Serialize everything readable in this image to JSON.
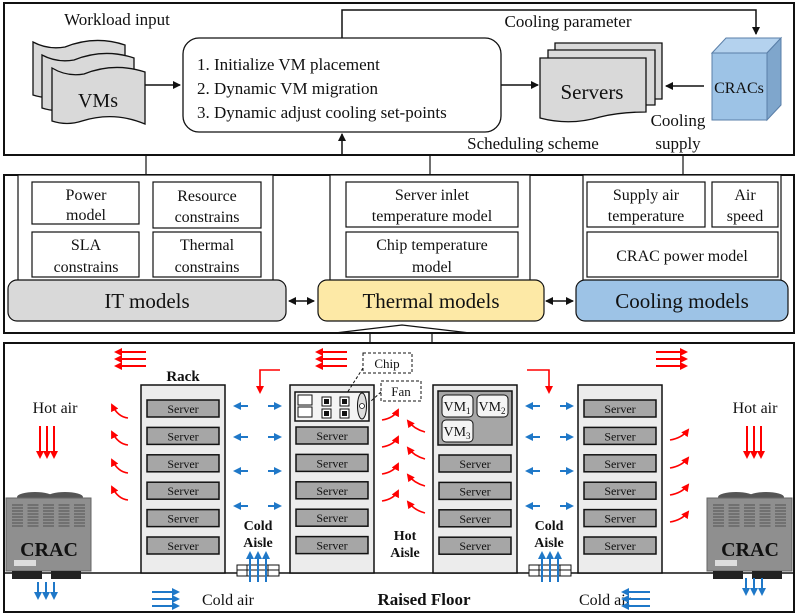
{
  "top_panel": {
    "workload_input": "Workload input",
    "vms": "VMs",
    "steps": [
      "1. Initialize VM placement",
      "2. Dynamic VM migration",
      "3. Dynamic adjust cooling set-points"
    ],
    "cooling_parameter": "Cooling parameter",
    "servers": "Servers",
    "cracs": "CRACs",
    "scheduling_scheme": "Scheduling scheme",
    "cooling_supply_line1": "Cooling",
    "cooling_supply_line2": "supply"
  },
  "models_panel": {
    "it": {
      "label": "IT models",
      "color": "#d9d9d9",
      "boxes": [
        {
          "line1": "Power",
          "line2": "model"
        },
        {
          "line1": "Resource",
          "line2": "constrains"
        },
        {
          "line1": "SLA",
          "line2": "constrains"
        },
        {
          "line1": "Thermal",
          "line2": "constrains"
        }
      ]
    },
    "thermal": {
      "label": "Thermal models",
      "color": "#fde9a6",
      "boxes": [
        {
          "line1": "Server inlet",
          "line2": "temperature model"
        },
        {
          "line1": "Chip temperature",
          "line2": "model"
        }
      ]
    },
    "cooling": {
      "label": "Cooling models",
      "color": "#9dc3e6",
      "boxes": [
        {
          "line1": "Supply air",
          "line2": "temperature"
        },
        {
          "line1": "Air",
          "line2": "speed"
        },
        {
          "line1": "CRAC power model",
          "line2": ""
        }
      ]
    }
  },
  "datacenter_panel": {
    "rack_label": "Rack",
    "hot_air": "Hot air",
    "cold_air": "Cold air",
    "crac": "CRAC",
    "server": "Server",
    "cold_aisle_line1": "Cold",
    "cold_aisle_line2": "Aisle",
    "hot_aisle_line1": "Hot",
    "hot_aisle_line2": "Aisle",
    "raised_floor": "Raised Floor",
    "chip": "Chip",
    "fan": "Fan",
    "vm": "VM",
    "vm_subs": [
      "1",
      "2",
      "3"
    ],
    "hot_color": "#ff0000",
    "cold_color": "#1f78c8"
  }
}
